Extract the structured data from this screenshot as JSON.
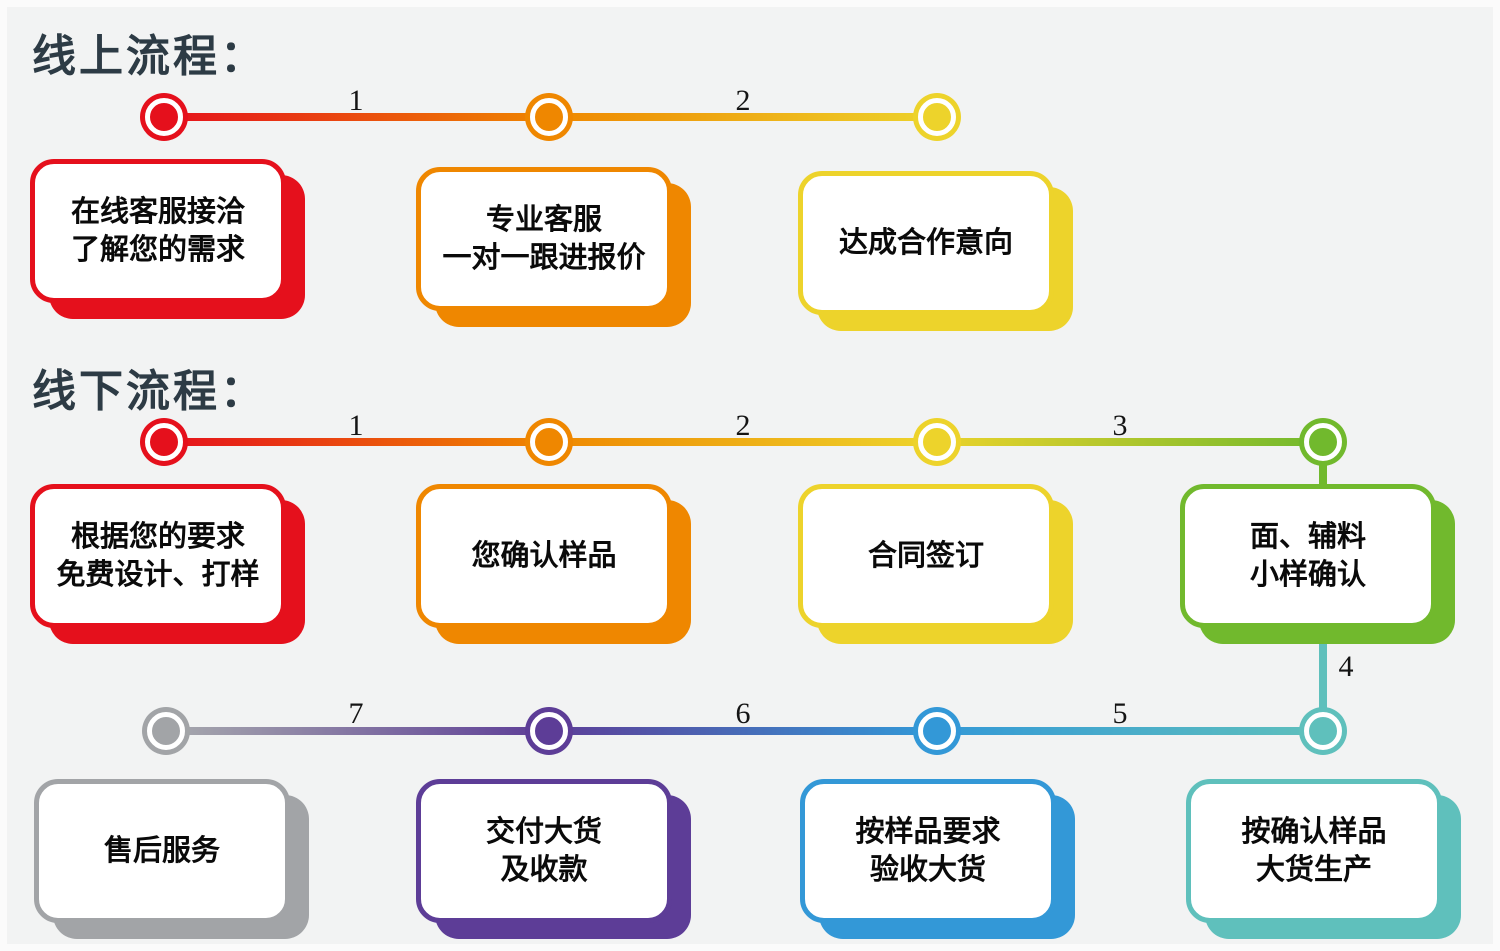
{
  "colors": {
    "background": "#f2f3f3",
    "title_text": "#2d3b45",
    "box_text": "#0a0a0a",
    "number_text": "#141414",
    "red": "#e5101c",
    "orange": "#ef8700",
    "yellow": "#edd32b",
    "green": "#71b92d",
    "gray": "#a2a4a7",
    "purple": "#5d3d97",
    "blue": "#3398d7",
    "teal": "#5fc0bc"
  },
  "online": {
    "title": "线上流程：",
    "segments": [
      {
        "number": "1"
      },
      {
        "number": "2"
      }
    ],
    "steps": [
      {
        "label": "在线客服接洽\n了解您的需求",
        "color": "#e5101c"
      },
      {
        "label": "专业客服\n一对一跟进报价",
        "color": "#ef8700"
      },
      {
        "label": "达成合作意向",
        "color": "#edd32b"
      }
    ]
  },
  "offline": {
    "title": "线下流程：",
    "top_row": {
      "segments": [
        {
          "number": "1"
        },
        {
          "number": "2"
        },
        {
          "number": "3"
        }
      ],
      "steps": [
        {
          "label": "根据您的要求\n免费设计、打样",
          "color": "#e5101c"
        },
        {
          "label": "您确认样品",
          "color": "#ef8700"
        },
        {
          "label": "合同签订",
          "color": "#edd32b"
        },
        {
          "label": "面、辅料\n小样确认",
          "color": "#71b92d"
        }
      ]
    },
    "connector": {
      "number": "4"
    },
    "bottom_row": {
      "segments": [
        {
          "number": "7"
        },
        {
          "number": "6"
        },
        {
          "number": "5"
        }
      ],
      "steps": [
        {
          "label": "售后服务",
          "color": "#a2a4a7"
        },
        {
          "label": "交付大货\n及收款",
          "color": "#5d3d97"
        },
        {
          "label": "按样品要求\n验收大货",
          "color": "#3398d7"
        },
        {
          "label": "按确认样品\n大货生产",
          "color": "#5fc0bc"
        }
      ]
    }
  }
}
